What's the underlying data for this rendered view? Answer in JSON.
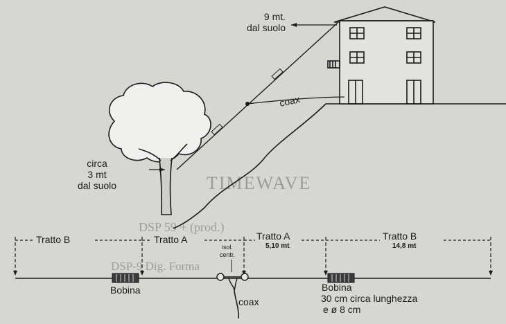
{
  "labels": {
    "mast_height": "9 mt.\ndal suolo",
    "coax_upper": "coax",
    "tree_height": "circa\n3 mt\ndal suolo",
    "section_b_left": "Tratto B",
    "section_a_left": "Tratto A",
    "section_a_right": "Tratto A",
    "section_a_length": "5,10 mt",
    "section_b_right": "Tratto B",
    "section_b_length": "14,8 mt",
    "insulator": "isol.\ncentr.",
    "coil_left": "Bobina",
    "coil_right": "Bobina",
    "coil_spec_1": "30 cm circa lunghezza",
    "coil_spec_2": "e ø 8 cm",
    "coax_lower": "coax"
  },
  "background_text": {
    "headline": "TIMEWAVE",
    "subhead": "DSP 59 + (prod.)",
    "line": "DSP-9 Dig. Forma"
  },
  "colors": {
    "ink": "#1b1b1b",
    "paper": "#d6d6d3",
    "faded": "#9c9c98"
  }
}
